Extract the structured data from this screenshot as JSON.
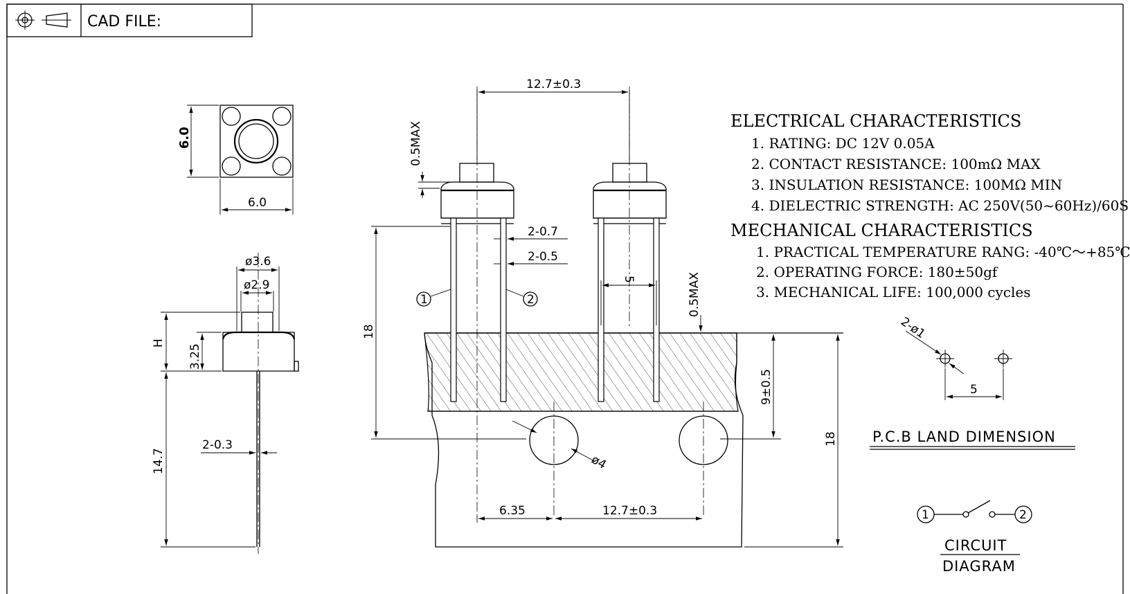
{
  "titleblock": {
    "cad_label": "CAD FILE:",
    "projection_symbol": "third-angle-projection-icon"
  },
  "dims": {
    "top_w": "6.0",
    "top_h": "6.0",
    "d36": "ø3.6",
    "d29": "ø2.9",
    "h": "H",
    "h325": "3.25",
    "lead_w": "2-0.3",
    "lead_len": "14.7",
    "pitch_top": "12.7±0.3",
    "max05_a": "0.5MAX",
    "max05_b": "0.5MAX",
    "pin07": "2-0.7",
    "pin05": "2-0.5",
    "five": "5",
    "eighteen_left": "18",
    "nine": "9±0.5",
    "eighteen_right": "18",
    "hole_d": "ø4",
    "off635": "6.35",
    "pitch_bottom": "12.7±0.3",
    "pin1": "1",
    "pin2": "2",
    "pcb_holes": "2-ø1",
    "pcb_five": "5"
  },
  "electrical": {
    "heading": "ELECTRICAL  CHARACTERISTICS",
    "items": [
      "1. RATING:  DC  12V  0.05A",
      "2. CONTACT  RESISTANCE:  100mΩ  MAX",
      "3. INSULATION  RESISTANCE:  100MΩ  MIN",
      "4. DIELECTRIC  STRENGTH:  AC  250V(50~60Hz)/60S"
    ]
  },
  "mechanical": {
    "heading": "MECHANICAL  CHARACTERISTICS",
    "items": [
      "1. PRACTICAL  TEMPERATURE  RANG:  -40℃～+85℃",
      "2. OPERATING  FORCE:  180±50gf",
      "3. MECHANICAL  LIFE:  100,000  cycles"
    ]
  },
  "pcb_land": {
    "title": "P.C.B  LAND  DIMENSION"
  },
  "circuit": {
    "pin1": "1",
    "pin2": "2",
    "title_line1": "CIRCUIT",
    "title_line2": "DIAGRAM"
  }
}
